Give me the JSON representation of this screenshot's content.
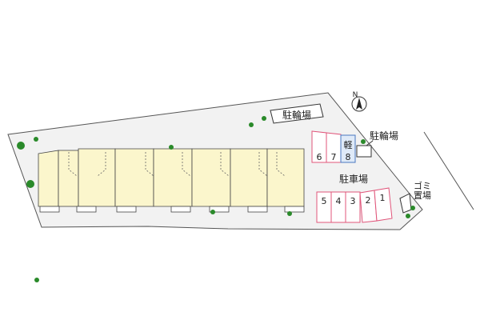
{
  "labels": {
    "bicycle_parking_top": "駐輪場",
    "bicycle_parking_right": "駐輪場",
    "car_parking": "駐車場",
    "garbage": "ゴミ置場",
    "north": "N"
  },
  "parking": {
    "top_row": [
      "6",
      "7",
      "軽",
      "8"
    ],
    "bottom_row": [
      "5",
      "4",
      "3",
      "2",
      "1"
    ]
  },
  "colors": {
    "lot": "#f2f2f2",
    "building": "#fbf6cc",
    "parking_line": "#e0557a",
    "kei_fill": "#dfeaf8",
    "kei_line": "#4a78c0",
    "tree": "#2a8a2a"
  }
}
